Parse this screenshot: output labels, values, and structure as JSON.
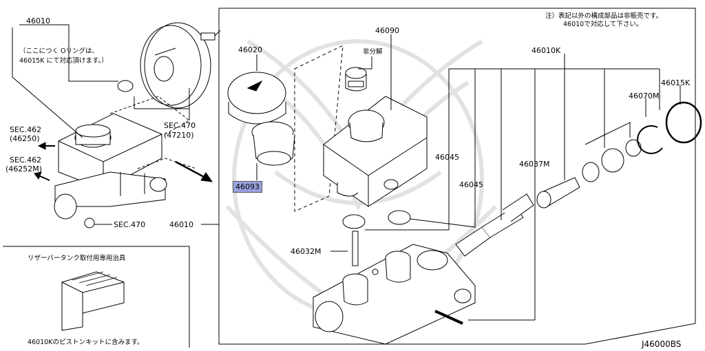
{
  "diagram": {
    "code": "J46000BS",
    "note_top_right": [
      "注）表記以外の構成部品は非販売です。",
      "46010で対応して下さい。"
    ],
    "left_panel": {
      "assembly": "46010",
      "oring_note": [
        "（ここにつく Oリングは、",
        "46015K にて対応頂けます。）"
      ],
      "sec462_a": [
        "SEC.462",
        "(46250)"
      ],
      "sec462_b": [
        "SEC.462",
        "(46252M)"
      ],
      "sec470_a": [
        "SEC.470",
        "(47210)"
      ],
      "sec470_b": "SEC.470"
    },
    "tool_panel": {
      "title": "リザーバータンク取付用専用治具",
      "caption": "46010Kのピストンキットに含みます。"
    },
    "main_panel": {
      "assembly": "46010",
      "parts": {
        "p46020": "46020",
        "p46093": "46093",
        "p46090": "46090",
        "non_separable": "非分解",
        "p46010K": "46010K",
        "p46015K": "46015K",
        "p46070M": "46070M",
        "p46045a": "46045",
        "p46045b": "46045",
        "p46037M": "46037M",
        "p46032M": "46032M"
      }
    },
    "colors": {
      "highlight": "#9aa3e0",
      "line": "#000000",
      "watermark": "#e2e2e2"
    }
  }
}
